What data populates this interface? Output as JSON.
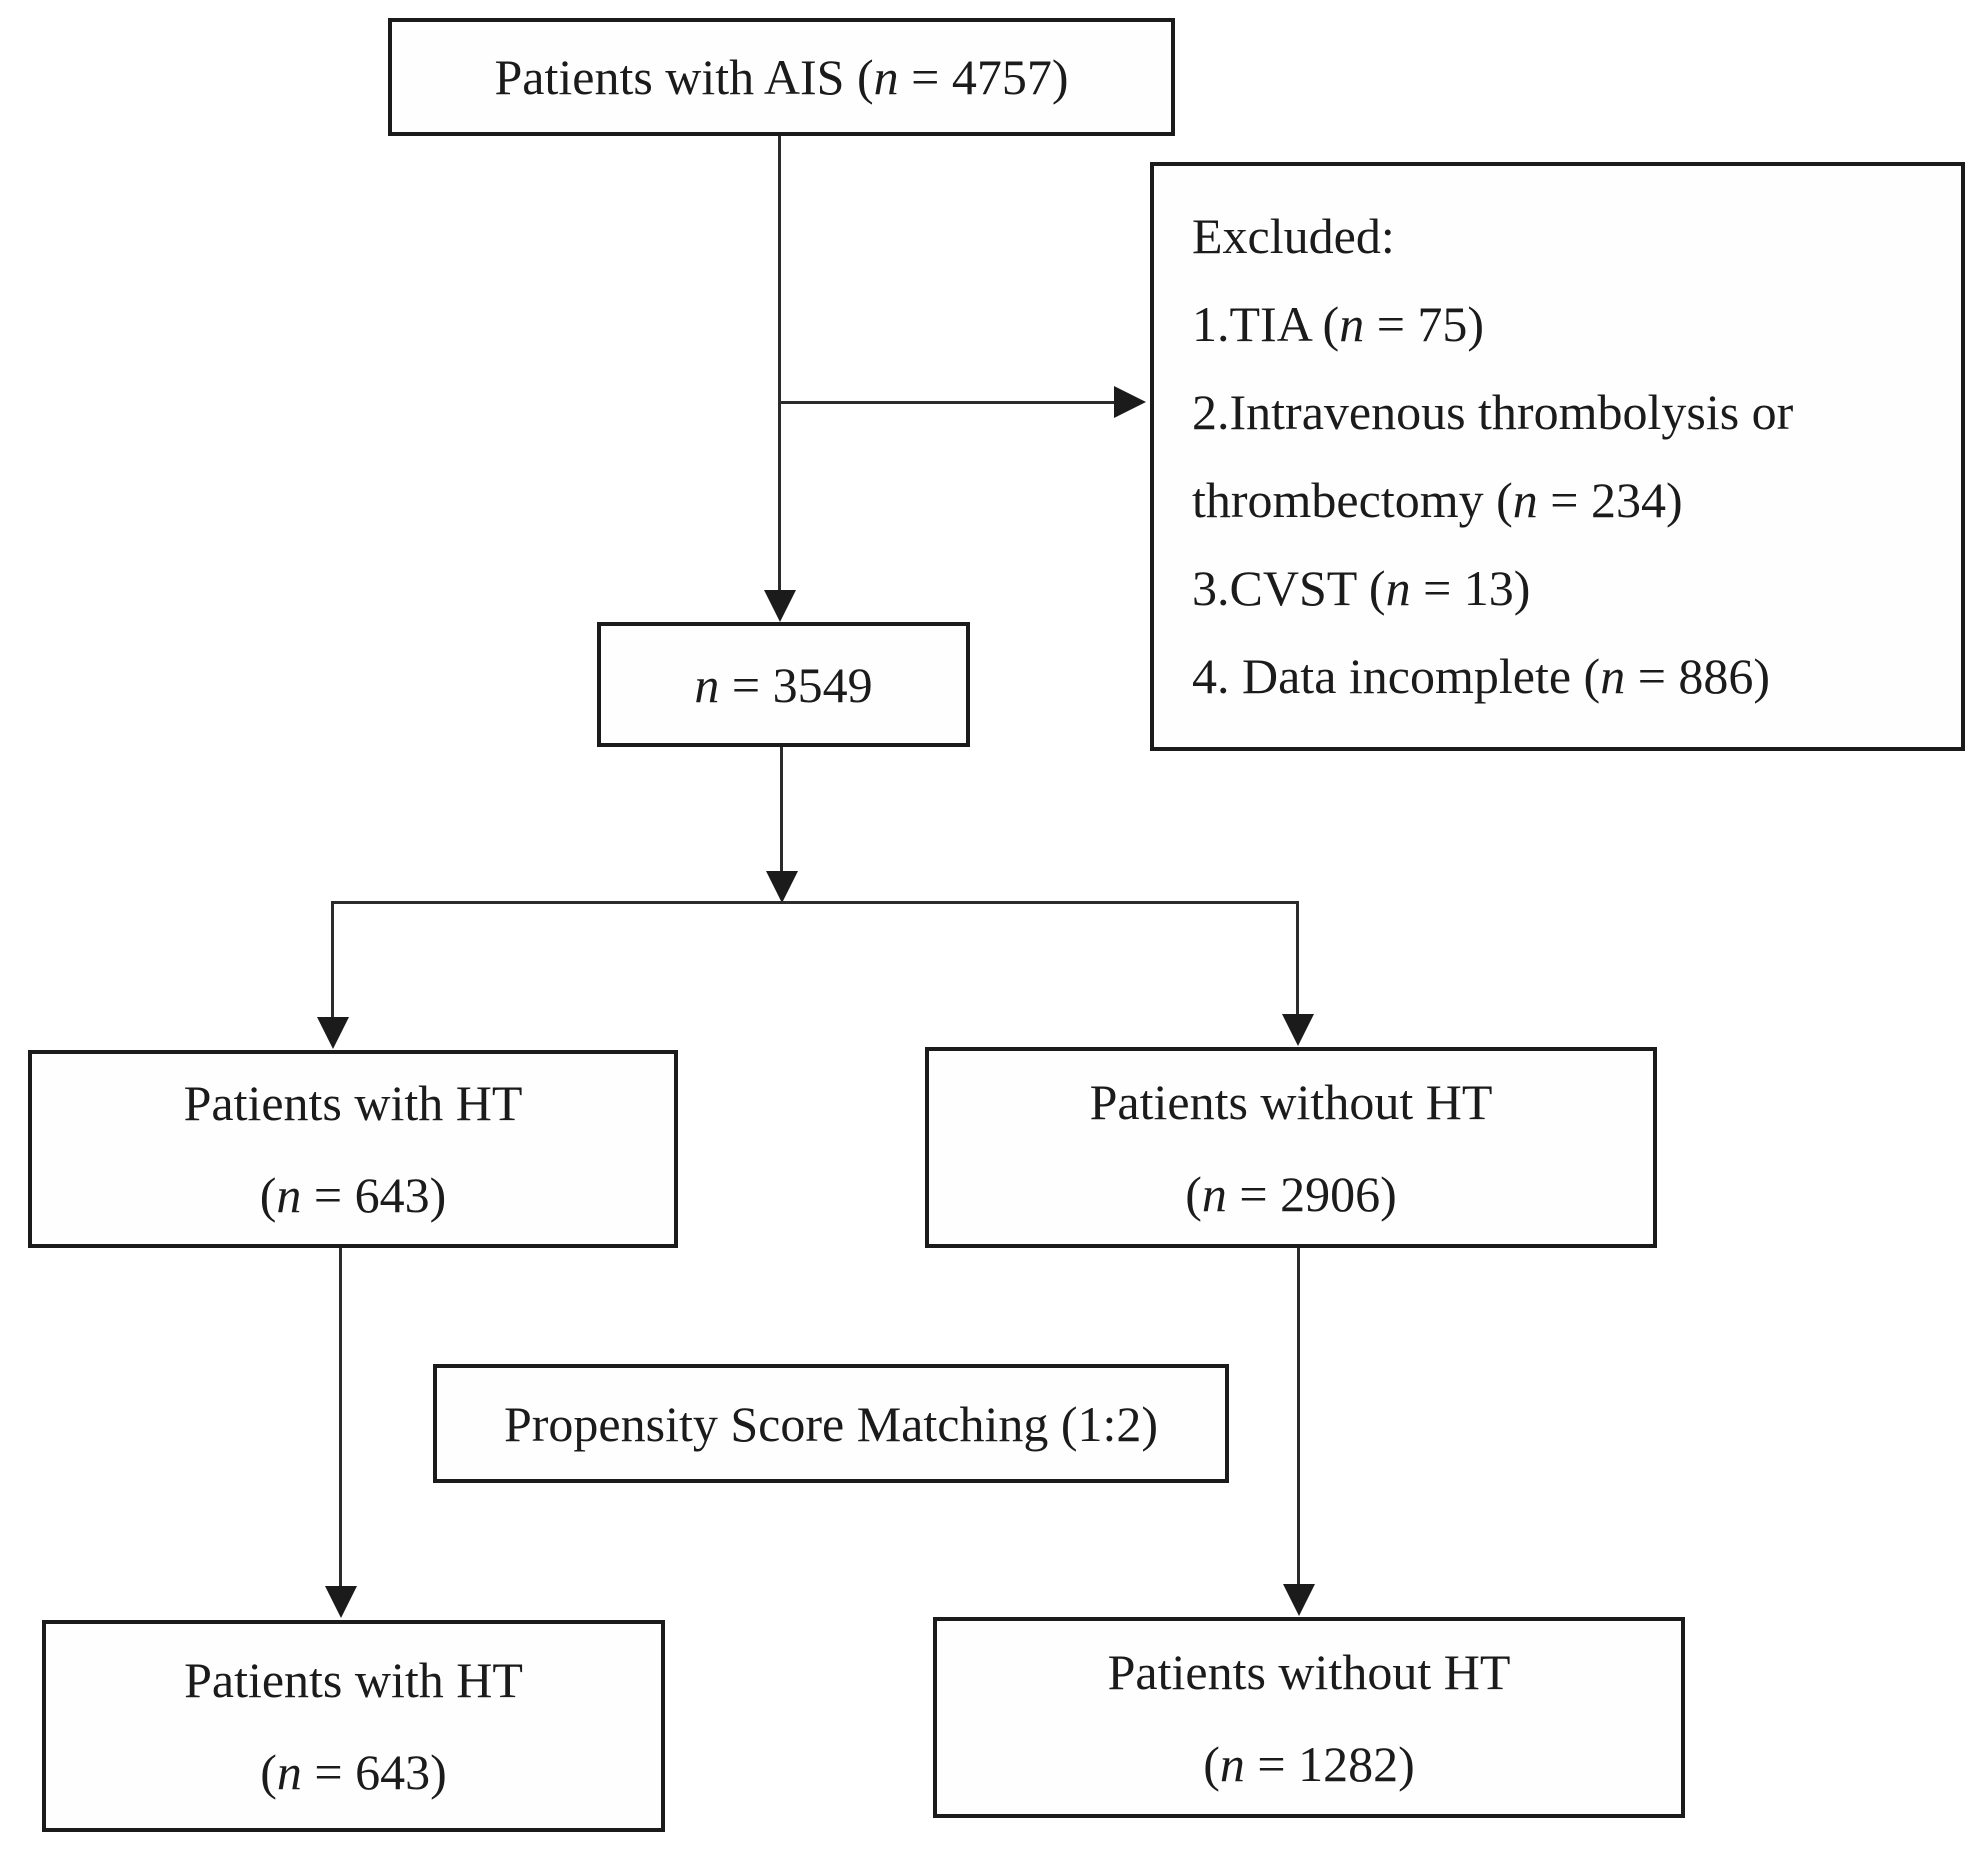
{
  "diagram": {
    "type": "patient-flowchart",
    "colors": {
      "background": "#ffffff",
      "ink": "#1b1b1b"
    },
    "boxes": {
      "ais": {
        "lines": [
          {
            "pre": "Patients with AIS (",
            "n": "n",
            "post": " = 4757)"
          }
        ]
      },
      "excluded": {
        "lines": [
          {
            "pre": "Excluded:",
            "n": "",
            "post": ""
          },
          {
            "pre": "1.TIA (",
            "n": "n",
            "post": " = 75)"
          },
          {
            "pre": "2.Intravenous thrombolysis or",
            "n": "",
            "post": ""
          },
          {
            "pre": "thrombectomy (",
            "n": "n",
            "post": " = 234)"
          },
          {
            "pre": "3.CVST (",
            "n": "n",
            "post": " = 13)"
          },
          {
            "pre": "4. Data incomplete (",
            "n": "n",
            "post": " = 886)"
          }
        ]
      },
      "cohort": {
        "lines": [
          {
            "pre": "",
            "n": "n",
            "post": " = 3549"
          }
        ]
      },
      "with_ht": {
        "lines": [
          {
            "pre": "Patients with HT",
            "n": "",
            "post": ""
          },
          {
            "pre": "(",
            "n": "n",
            "post": " = 643)"
          }
        ]
      },
      "without_ht": {
        "lines": [
          {
            "pre": "Patients without HT",
            "n": "",
            "post": ""
          },
          {
            "pre": "(",
            "n": "n",
            "post": " = 2906)"
          }
        ]
      },
      "psm": {
        "lines": [
          {
            "pre": "Propensity Score Matching (1:2)",
            "n": "",
            "post": ""
          }
        ]
      },
      "with_ht_matched": {
        "lines": [
          {
            "pre": "Patients with HT",
            "n": "",
            "post": ""
          },
          {
            "pre": "(",
            "n": "n",
            "post": " = 643)"
          }
        ]
      },
      "without_ht_matched": {
        "lines": [
          {
            "pre": "Patients without HT",
            "n": "",
            "post": ""
          },
          {
            "pre": "(",
            "n": "n",
            "post": " = 1282)"
          }
        ]
      }
    }
  }
}
